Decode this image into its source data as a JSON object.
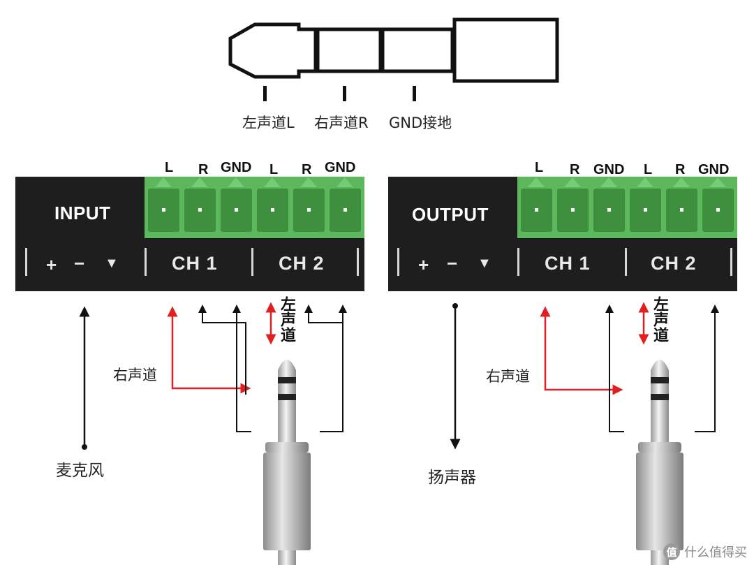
{
  "plug_diagram": {
    "labels": [
      "左声道L",
      "右声道R",
      "GND接地"
    ]
  },
  "input_panel": {
    "title": "INPUT",
    "controls": [
      "+",
      "−",
      "▼"
    ],
    "channels": [
      "CH 1",
      "CH 2"
    ],
    "terminals": [
      "L",
      "R",
      "GND",
      "L",
      "R",
      "GND"
    ],
    "left_note": "右声道",
    "top_note": "左声道",
    "bottom_label": "麦克风"
  },
  "output_panel": {
    "title": "OUTPUT",
    "controls": [
      "+",
      "−",
      "▼"
    ],
    "channels": [
      "CH 1",
      "CH 2"
    ],
    "terminals": [
      "L",
      "R",
      "GND",
      "L",
      "R",
      "GND"
    ],
    "left_note": "右声道",
    "top_note": "左声道",
    "bottom_label": "扬声器"
  },
  "colors": {
    "panel": "#1e1e1e",
    "terminal": "#5db85d",
    "arrow_red": "#e02020"
  },
  "watermark": {
    "icon": "值",
    "text": "什么值得买"
  }
}
